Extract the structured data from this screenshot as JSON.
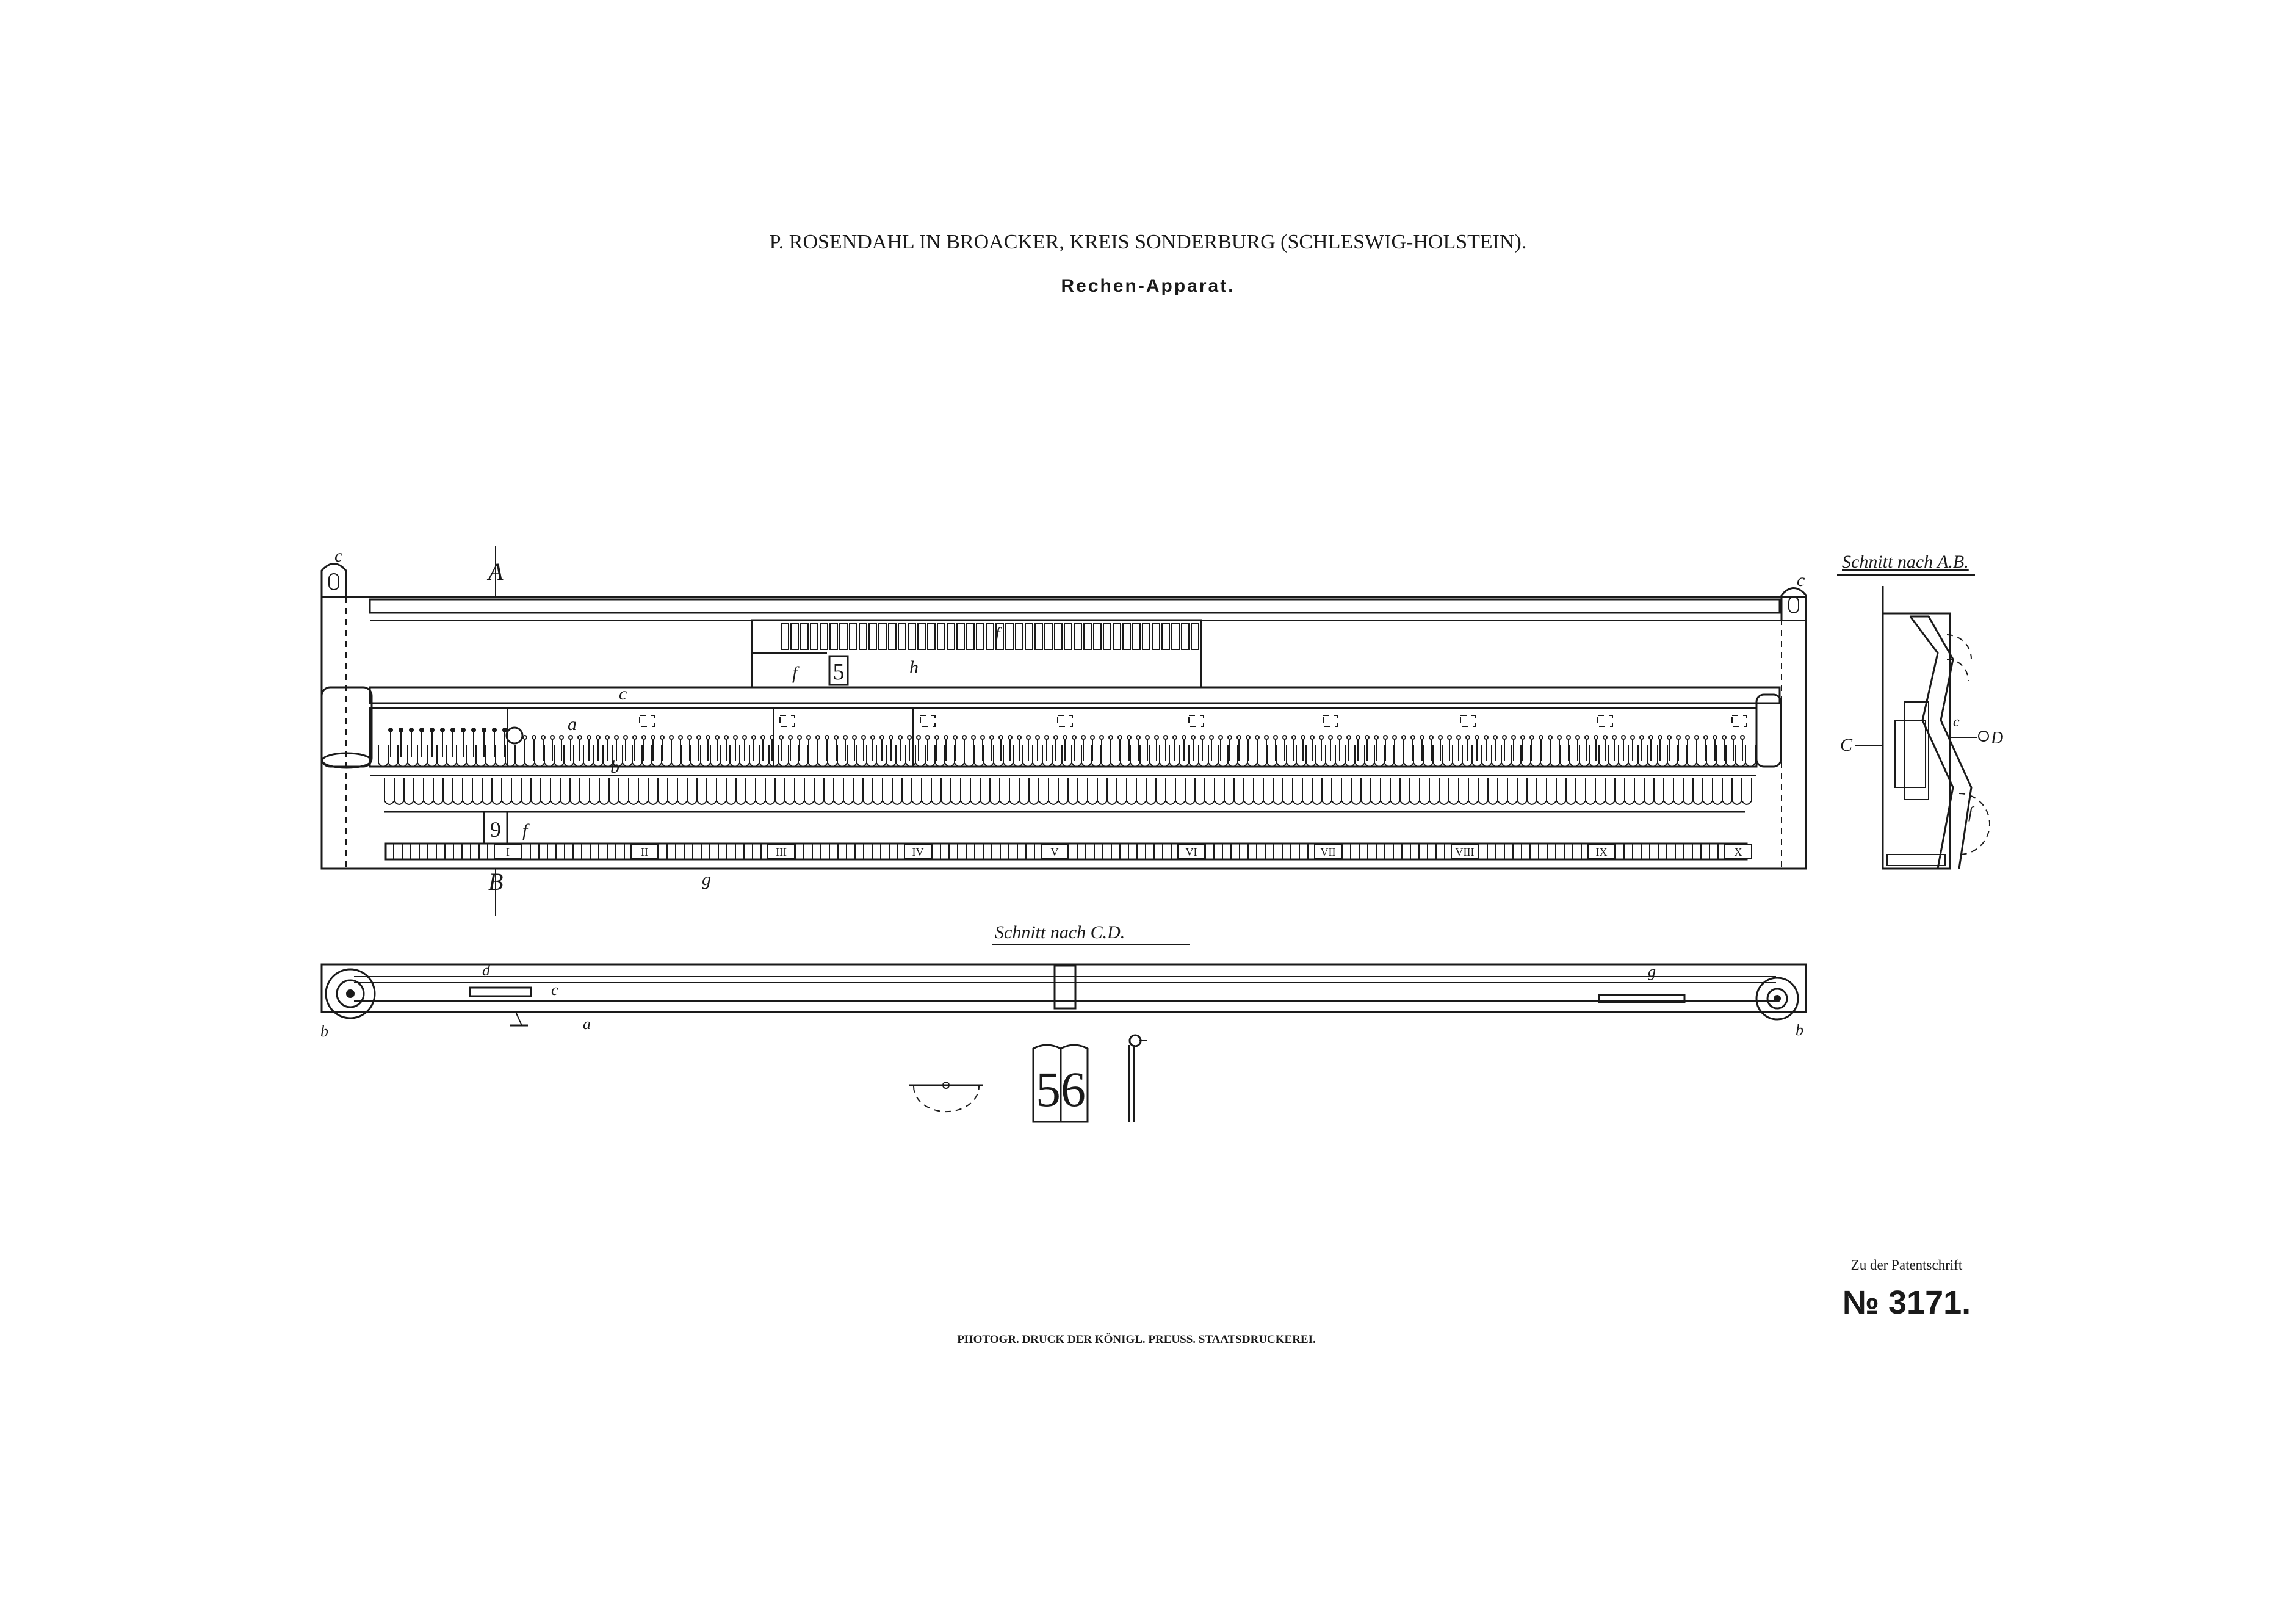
{
  "header": {
    "title": "P. ROSENDAHL IN BROACKER, KREIS SONDERBURG (SCHLESWIG-HOLSTEIN).",
    "subtitle": "Rechen-Apparat."
  },
  "views": {
    "section_ab": "Schnitt nach A.B.",
    "section_cd": "Schnitt nach C.D."
  },
  "roman_numerals": [
    "I",
    "II",
    "III",
    "IV",
    "V",
    "VI",
    "VII",
    "VIII",
    "IX",
    "X"
  ],
  "callouts": {
    "d": "d",
    "a": "a",
    "f": "f",
    "h": "h",
    "c": "c",
    "b": "b",
    "g": "g",
    "A": "A",
    "B": "B",
    "C": "C",
    "D": "D",
    "window_digit": "5",
    "stem_digit": "9",
    "detail_digits": "56"
  },
  "footer": {
    "printer": "PHOTOGR. DRUCK DER KÖNIGL. PREUSS. STAATSDRUCKEREI.",
    "patent_label": "Zu der Patentschrift",
    "patent_number": "№ 3171."
  },
  "colors": {
    "ink": "#1a1a1a",
    "paper": "#ffffff"
  }
}
